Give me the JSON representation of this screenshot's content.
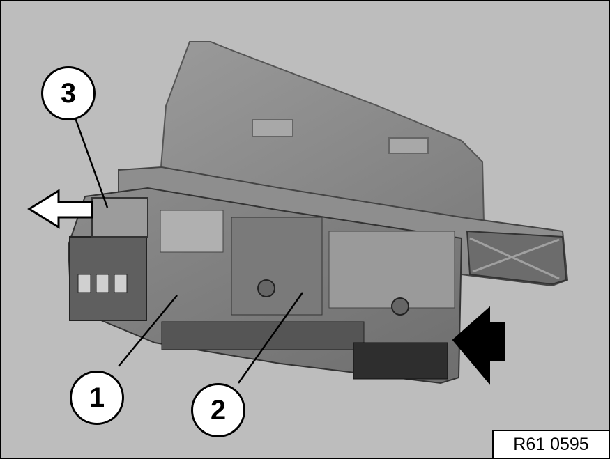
{
  "figure": {
    "code": "R61 0595",
    "callouts": {
      "one": "1",
      "two": "2",
      "three": "3"
    },
    "colors": {
      "background": "#bdbdbd",
      "part_body": "#8a8a8a",
      "outline": "#000000",
      "callout_fill": "#ffffff"
    },
    "icons": {
      "left_arrow": "outlined-arrow-left-icon",
      "right_arrow": "solid-arrow-left-icon"
    }
  }
}
